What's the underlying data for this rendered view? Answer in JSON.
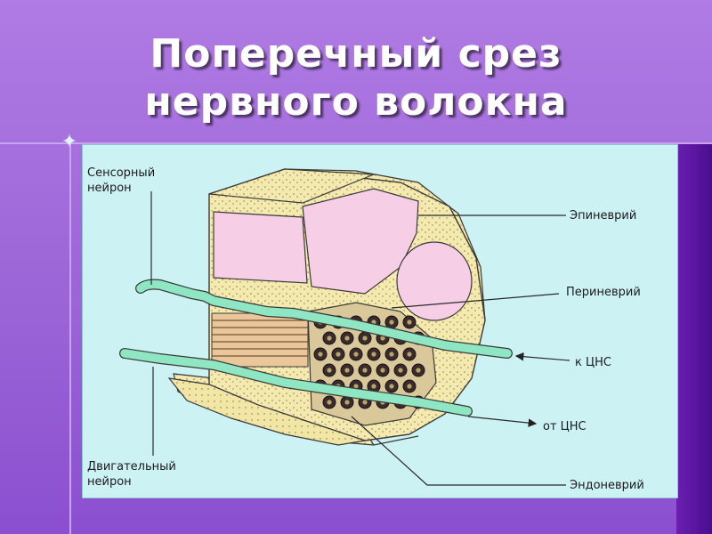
{
  "title": {
    "line1": "Поперечный срез",
    "line2": "нервного волокна"
  },
  "diagram": {
    "labels": {
      "sensory_neuron_line1": "Сенсорный",
      "sensory_neuron_line2": "нейрон",
      "motor_neuron_line1": "Двигательный",
      "motor_neuron_line2": "нейрон",
      "epineurium": "Эпиневрий",
      "perineurium": "Периневрий",
      "to_cns": "к ЦНС",
      "from_cns": "от ЦНС",
      "endoneurium": "Эндоневрий"
    }
  },
  "colors": {
    "slide_background": "#a46ddf",
    "panel_background": "#cdf2f4",
    "epineurium_fill": "#f4eab0",
    "fascicle_fill": "#f6cfe6",
    "axon_fill": "#8fe6c2"
  }
}
